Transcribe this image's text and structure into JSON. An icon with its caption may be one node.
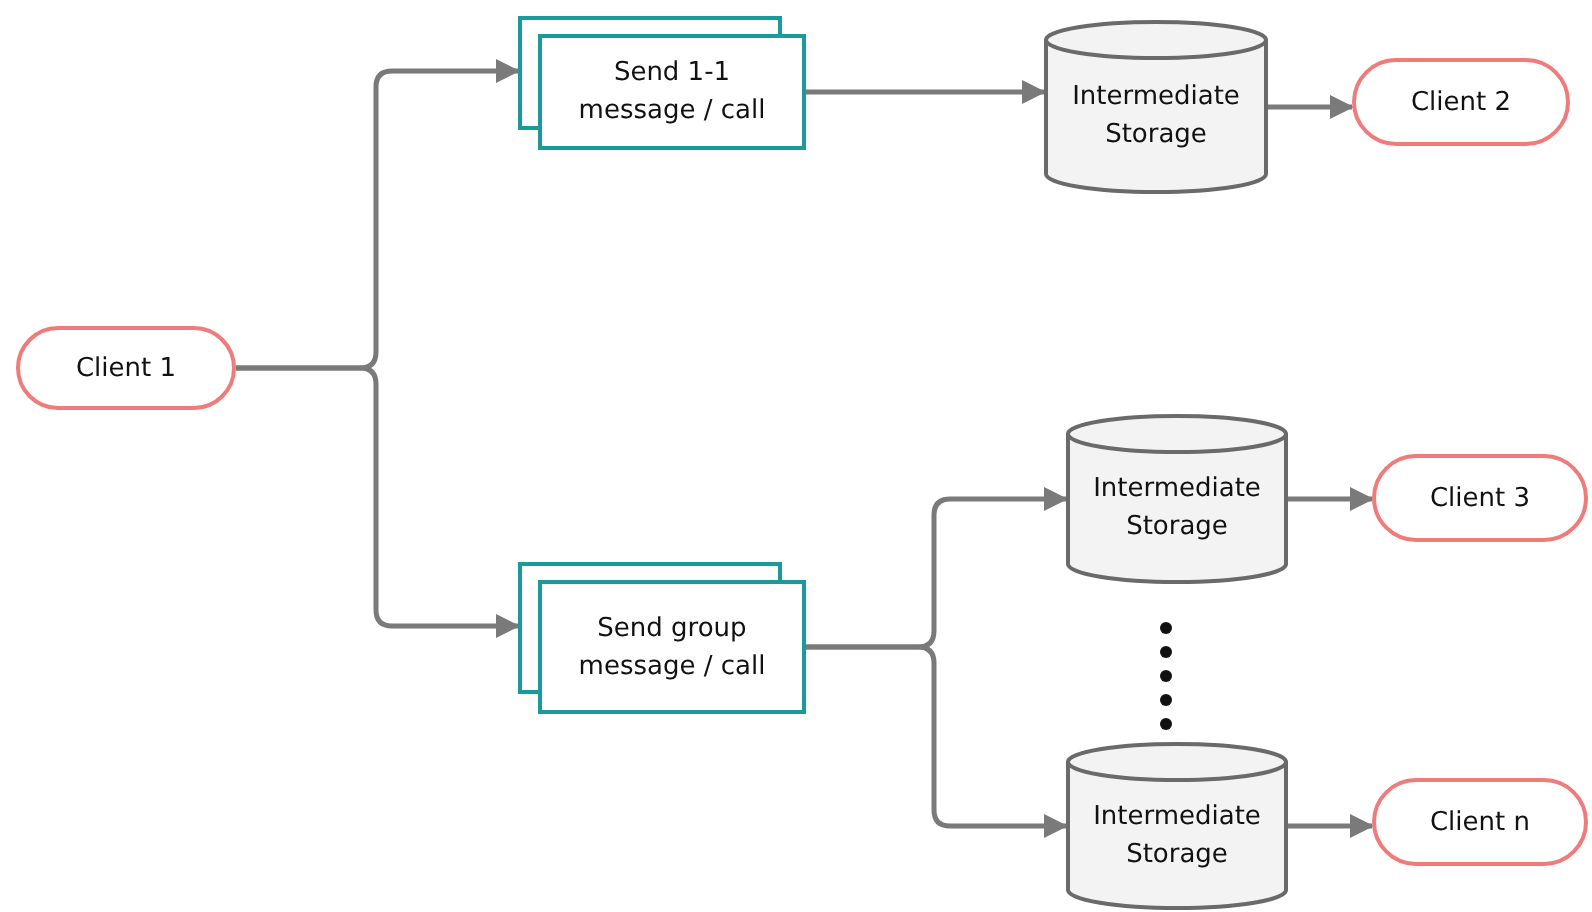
{
  "diagram": {
    "nodes": [
      {
        "text": [
          "Client 1"
        ]
      },
      {
        "text": [
          "Send 1-1 message / call"
        ]
      },
      {
        "text": [
          "Intermediate Storage"
        ]
      },
      {
        "text": [
          "Client 2"
        ]
      },
      {
        "text": [
          "Send group message / call"
        ]
      },
      {
        "text": [
          "Intermediate Storage"
        ]
      },
      {
        "text": [
          "Client 3"
        ]
      },
      {
        "text": [
          "Intermediate Storage"
        ]
      },
      {
        "text": [
          "Client n"
        ]
      }
    ],
    "edges": [
      {
        "from": 0,
        "to": 1,
        "arrow": "to"
      },
      {
        "from": 0,
        "to": 4,
        "arrow": "to"
      },
      {
        "from": 1,
        "to": 2,
        "arrow": "to"
      },
      {
        "from": 2,
        "to": 3,
        "arrow": "to"
      },
      {
        "from": 4,
        "to": 5,
        "arrow": "to"
      },
      {
        "from": 4,
        "to": 7,
        "arrow": "to"
      },
      {
        "from": 5,
        "to": 6,
        "arrow": "to"
      },
      {
        "from": 7,
        "to": 8,
        "arrow": "to"
      }
    ]
  }
}
